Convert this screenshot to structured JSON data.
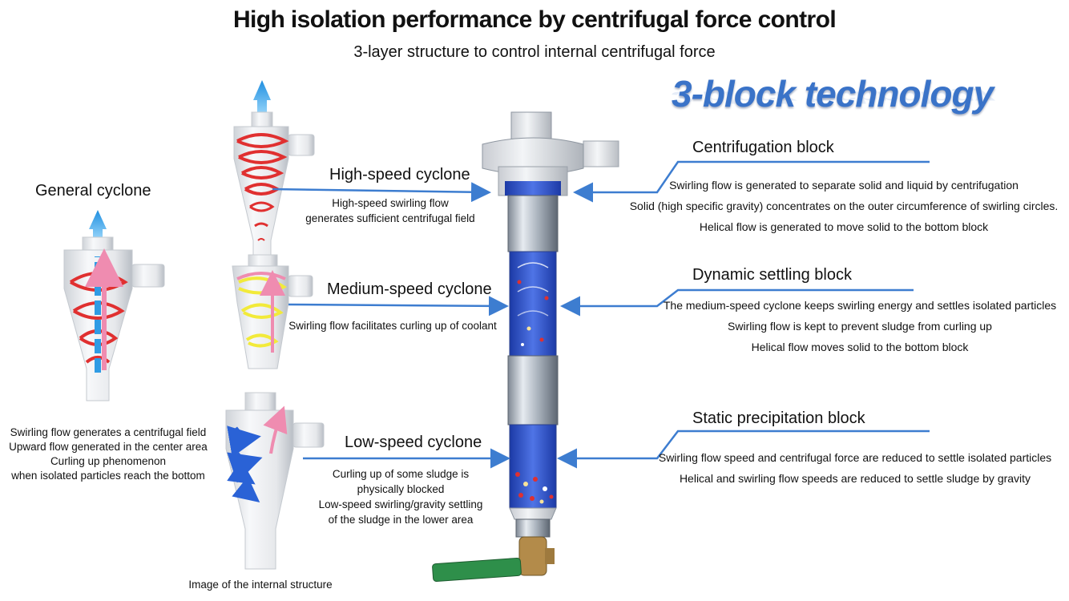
{
  "header": {
    "title": "High isolation performance by centrifugal force control",
    "subtitle": "3-layer structure to control internal centrifugal force",
    "technology": "3-block technology"
  },
  "general": {
    "title": "General cyclone",
    "lines": [
      "Swirling flow generates a centrifugal field",
      "Upward flow generated in the center area",
      "Curling up phenomenon",
      "when isolated particles reach the bottom"
    ]
  },
  "internal_caption": "Image of the internal structure",
  "cyclones": [
    {
      "label": "High-speed cyclone",
      "lines": [
        "High-speed swirling flow",
        "generates sufficient centrifugal field"
      ]
    },
    {
      "label": "Medium-speed cyclone",
      "lines": [
        "Swirling flow facilitates curling up of coolant"
      ]
    },
    {
      "label": "Low-speed cyclone",
      "lines": [
        "Curling up of some sludge is",
        "physically blocked",
        "Low-speed swirling/gravity settling",
        "of the sludge in the lower area"
      ]
    }
  ],
  "blocks": [
    {
      "title": "Centrifugation block",
      "lines": [
        "Swirling flow is generated to separate solid and liquid by centrifugation",
        "Solid (high specific gravity) concentrates on the outer circumference of swirling circles.",
        "Helical flow is generated to move solid to the bottom block"
      ]
    },
    {
      "title": "Dynamic settling block",
      "lines": [
        "The medium-speed cyclone keeps swirling energy and settles isolated particles",
        "Swirling flow is kept to prevent sludge from curling up",
        "Helical flow moves solid to the bottom block"
      ]
    },
    {
      "title": "Static precipitation block",
      "lines": [
        "Swirling flow speed and centrifugal force are reduced to settle isolated particles",
        "Helical and swirling flow speeds are reduced to settle sludge by gravity"
      ]
    }
  ],
  "colors": {
    "accent_blue": "#3a73c8",
    "arrow_blue": "#3d7dd0",
    "swirl_red": "#e03030",
    "swirl_yellow": "#f2ea3a",
    "swirl_pink": "#ef8cb0",
    "flow_cyan": "#2f9be4",
    "valve_green": "#2e8f4a"
  }
}
